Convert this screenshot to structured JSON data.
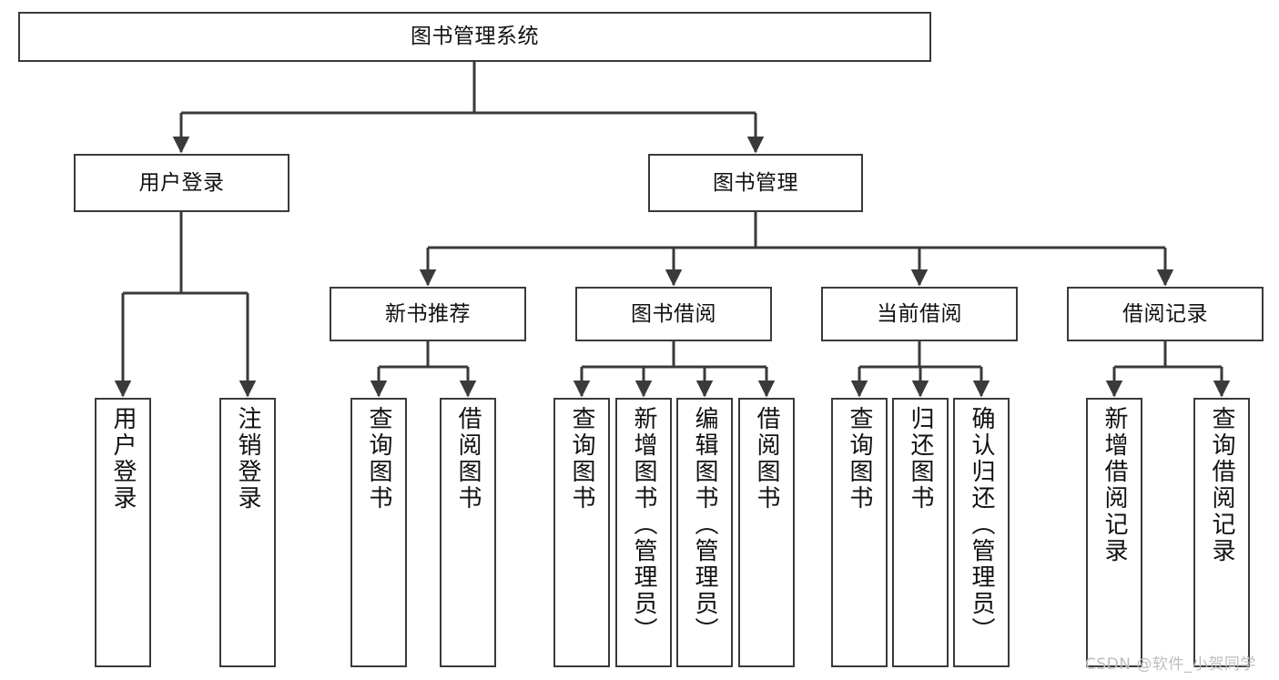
{
  "diagram": {
    "title": "图书管理系统",
    "type": "tree-hierarchy-diagram",
    "colors": {
      "node_border": "#3a3a3a",
      "node_fill": "#ffffff",
      "edge": "#3a3a3a",
      "text": "#111111",
      "watermark": "#bdbdbd"
    },
    "nodes": {
      "root": {
        "label": "图书管理系统"
      },
      "l2": [
        {
          "id": "user_login",
          "label": "用户登录"
        },
        {
          "id": "book_manage",
          "label": "图书管理"
        }
      ],
      "l3": [
        {
          "id": "new_book_rec",
          "label": "新书推荐"
        },
        {
          "id": "book_borrow",
          "label": "图书借阅"
        },
        {
          "id": "current_borrow",
          "label": "当前借阅"
        },
        {
          "id": "borrow_record",
          "label": "借阅记录"
        }
      ],
      "leaves": {
        "user_login": [
          {
            "id": "leaf_user_login",
            "label": "用户登录"
          },
          {
            "id": "leaf_logout",
            "label": "注销登录"
          }
        ],
        "new_book_rec": [
          {
            "id": "leaf_query_book_1",
            "label": "查询图书"
          },
          {
            "id": "leaf_borrow_book_1",
            "label": "借阅图书"
          }
        ],
        "book_borrow": [
          {
            "id": "leaf_query_book_2",
            "label": "查询图书"
          },
          {
            "id": "leaf_add_book",
            "label": "新增图书（管理员）"
          },
          {
            "id": "leaf_edit_book",
            "label": "编辑图书（管理员）"
          },
          {
            "id": "leaf_borrow_book_2",
            "label": "借阅图书"
          }
        ],
        "current_borrow": [
          {
            "id": "leaf_query_book_3",
            "label": "查询图书"
          },
          {
            "id": "leaf_return_book",
            "label": "归还图书"
          },
          {
            "id": "leaf_confirm_return",
            "label": "确认归还（管理员）"
          }
        ],
        "borrow_record": [
          {
            "id": "leaf_add_record",
            "label": "新增借阅记录"
          },
          {
            "id": "leaf_query_record",
            "label": "查询借阅记录"
          }
        ]
      }
    },
    "watermark": "CSDN @软件_小贺同学"
  }
}
